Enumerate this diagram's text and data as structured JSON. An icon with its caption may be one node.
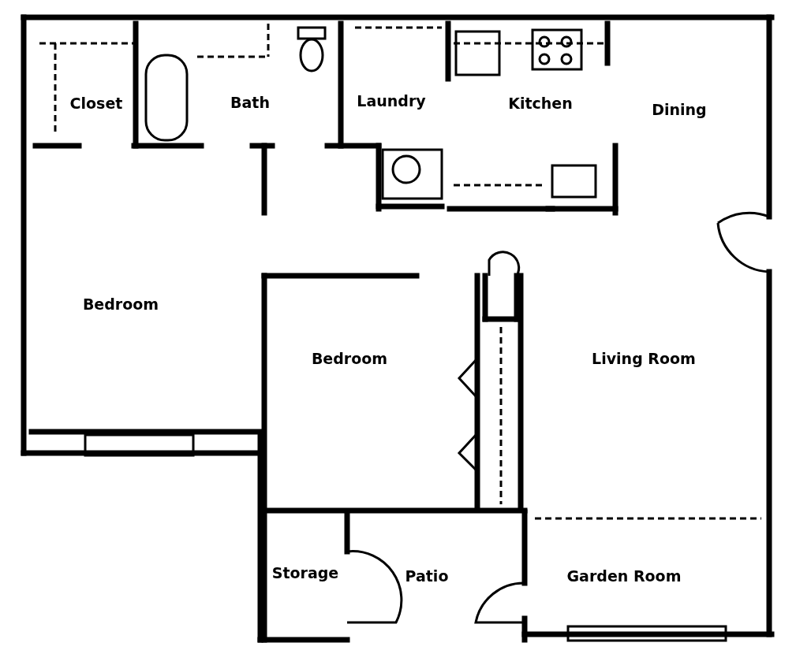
{
  "diagram": {
    "labels": [
      "Closet",
      "Bath",
      "Laundry",
      "Kitchen",
      "Dining",
      "Bedroom",
      "Bedroom",
      "Living Room",
      "Storage",
      "Patio",
      "Garden Room"
    ]
  }
}
